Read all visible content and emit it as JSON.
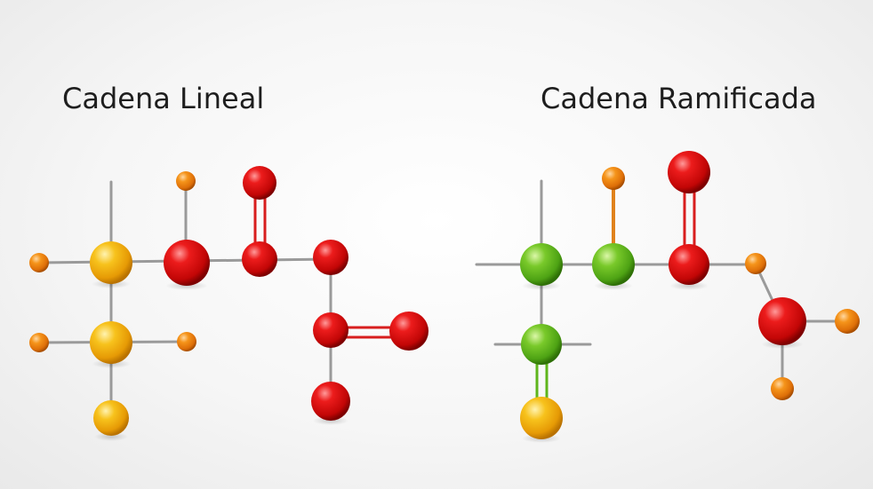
{
  "titles": {
    "linear": "Cadena Lineal",
    "branched": "Cadena Ramificada"
  },
  "colors": {
    "yellow": "#f5b50f",
    "orange": "#f28a12",
    "red": "#dd1111",
    "green": "#62bb1e",
    "bond": "#9a9a9a",
    "bond_double_red": "#d81e1e",
    "bond_double_green": "#5fb51c",
    "bond_orange": "#e0821c"
  },
  "molecules": [
    {
      "id": "linear",
      "atoms": [
        {
          "name": "yellow-atom-top",
          "color": "yellow"
        },
        {
          "name": "yellow-atom-middle",
          "color": "yellow"
        },
        {
          "name": "yellow-atom-bottom",
          "color": "yellow"
        },
        {
          "name": "orange-atom-left-top",
          "color": "orange"
        },
        {
          "name": "orange-atom-left-middle",
          "color": "orange"
        },
        {
          "name": "orange-atom-right-middle",
          "color": "orange"
        },
        {
          "name": "orange-atom-upper",
          "color": "orange"
        },
        {
          "name": "red-atom-large",
          "color": "red"
        },
        {
          "name": "red-atom-center",
          "color": "red"
        },
        {
          "name": "red-atom-top",
          "color": "red"
        },
        {
          "name": "red-atom-right",
          "color": "red"
        },
        {
          "name": "red-atom-lower",
          "color": "red"
        },
        {
          "name": "red-atom-far-right",
          "color": "red"
        },
        {
          "name": "red-atom-bottom",
          "color": "red"
        }
      ]
    },
    {
      "id": "branched",
      "atoms": [
        {
          "name": "green-atom-left",
          "color": "green"
        },
        {
          "name": "green-atom-right",
          "color": "green"
        },
        {
          "name": "green-atom-bottom",
          "color": "green"
        },
        {
          "name": "yellow-atom-bottom",
          "color": "yellow"
        },
        {
          "name": "orange-atom-top",
          "color": "orange"
        },
        {
          "name": "orange-atom-right",
          "color": "orange"
        },
        {
          "name": "orange-atom-far-right",
          "color": "orange"
        },
        {
          "name": "orange-atom-bottom",
          "color": "orange"
        },
        {
          "name": "red-atom-top",
          "color": "red"
        },
        {
          "name": "red-atom-center",
          "color": "red"
        },
        {
          "name": "red-atom-large",
          "color": "red"
        }
      ]
    }
  ]
}
